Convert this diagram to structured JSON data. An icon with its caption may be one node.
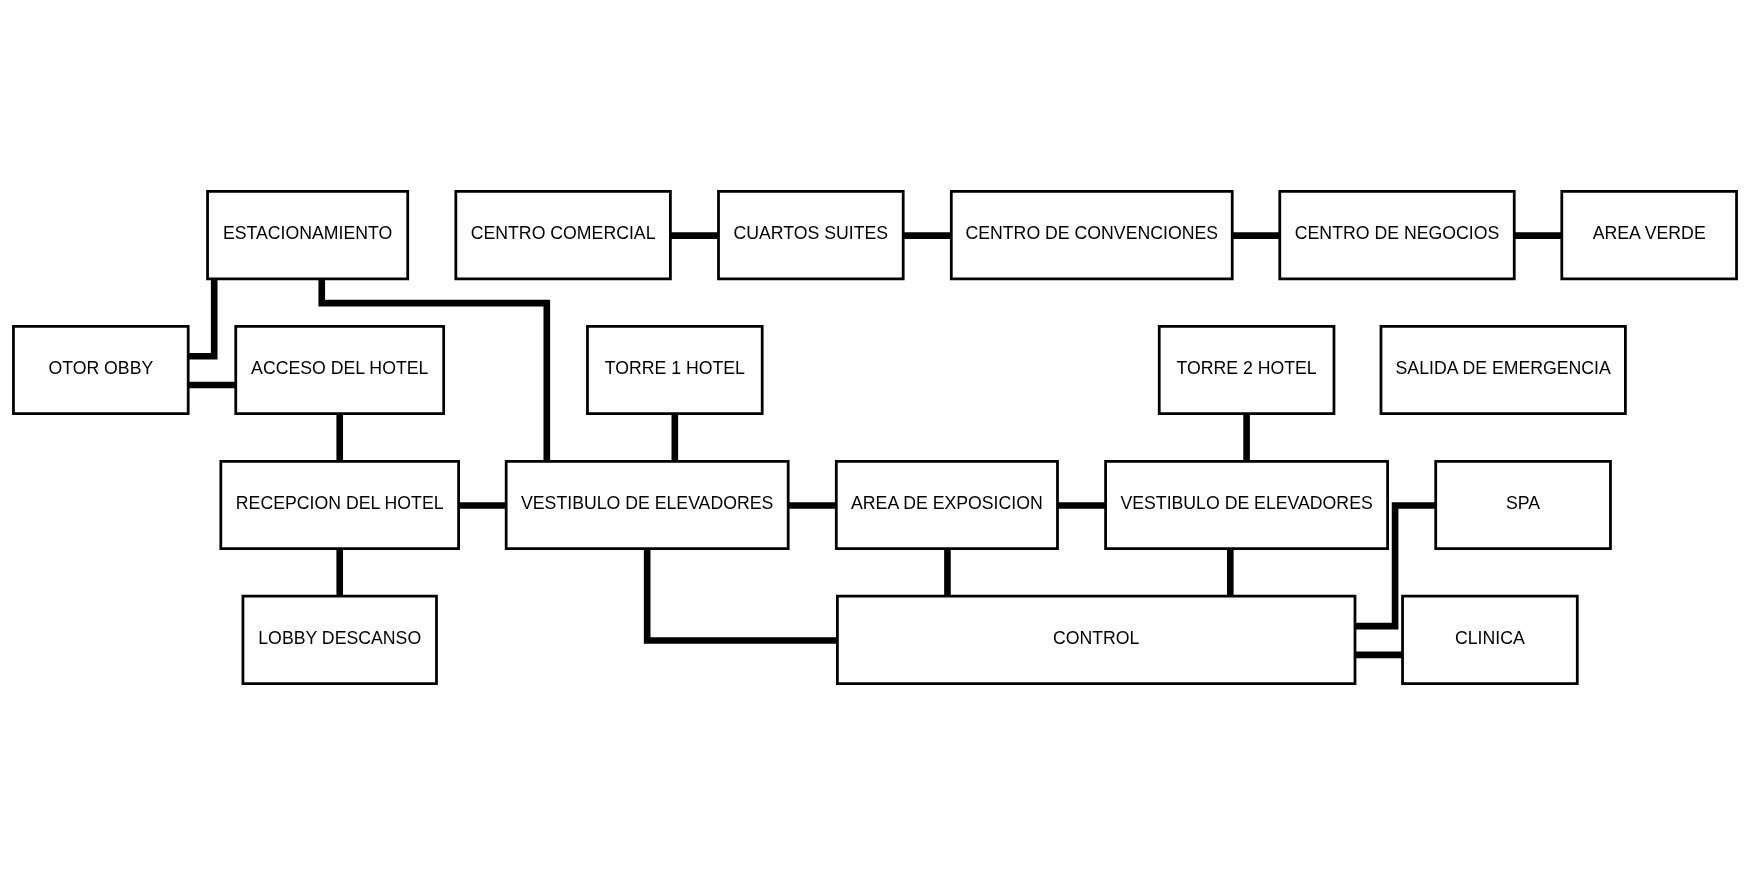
{
  "diagram": {
    "nodes": [
      {
        "text": [
          "ESTACIONAMIENTO"
        ]
      },
      {
        "text": [
          "OTOR OBBY"
        ]
      },
      {
        "text": [
          "ACCESO DEL HOTEL"
        ]
      },
      {
        "text": [
          "TORRE 1 HOTEL"
        ]
      },
      {
        "text": [
          "SALIDA DE EMERGENCIA"
        ]
      },
      {
        "text": [
          "TORRE 2 HOTEL"
        ]
      },
      {
        "text": [
          "RECEPCION DEL HOTEL"
        ]
      },
      {
        "text": [
          "VESTIBULO DE ELEVADORES"
        ]
      },
      {
        "text": [
          "AREA DE EXPOSICION"
        ]
      },
      {
        "text": [
          "VESTIBULO DE ELEVADORES"
        ]
      },
      {
        "text": [
          "SPA"
        ]
      },
      {
        "text": [
          "LOBBY DESCANSO"
        ]
      },
      {
        "text": [
          "CONTROL"
        ]
      },
      {
        "text": [
          "CLINICA"
        ]
      },
      {
        "text": [
          "CENTRO COMERCIAL"
        ]
      },
      {
        "text": [
          "CUARTOS SUITES"
        ]
      },
      {
        "text": [
          "CENTRO DE CONVENCIONES"
        ]
      },
      {
        "text": [
          "CENTRO DE NEGOCIOS"
        ]
      },
      {
        "text": [
          "AREA VERDE"
        ]
      }
    ],
    "edges": [
      {
        "from": 0,
        "to": 1,
        "arrow": "none"
      },
      {
        "from": 0,
        "to": 7,
        "arrow": "none"
      },
      {
        "from": 1,
        "to": 2,
        "arrow": "none"
      },
      {
        "from": 2,
        "to": 6,
        "arrow": "none"
      },
      {
        "from": 6,
        "to": 11,
        "arrow": "none"
      },
      {
        "from": 6,
        "to": 7,
        "arrow": "none"
      },
      {
        "from": 3,
        "to": 7,
        "arrow": "none"
      },
      {
        "from": 7,
        "to": 8,
        "arrow": "none"
      },
      {
        "from": 8,
        "to": 9,
        "arrow": "none"
      },
      {
        "from": 5,
        "to": 9,
        "arrow": "none"
      },
      {
        "from": 7,
        "to": 12,
        "arrow": "none"
      },
      {
        "from": 8,
        "to": 12,
        "arrow": "none"
      },
      {
        "from": 9,
        "to": 12,
        "arrow": "none"
      },
      {
        "from": 10,
        "to": 12,
        "arrow": "none"
      },
      {
        "from": 12,
        "to": 13,
        "arrow": "none"
      },
      {
        "from": 14,
        "to": 15,
        "arrow": "none"
      },
      {
        "from": 15,
        "to": 16,
        "arrow": "none"
      },
      {
        "from": 16,
        "to": 17,
        "arrow": "none"
      },
      {
        "from": 17,
        "to": 18,
        "arrow": "none"
      }
    ]
  }
}
